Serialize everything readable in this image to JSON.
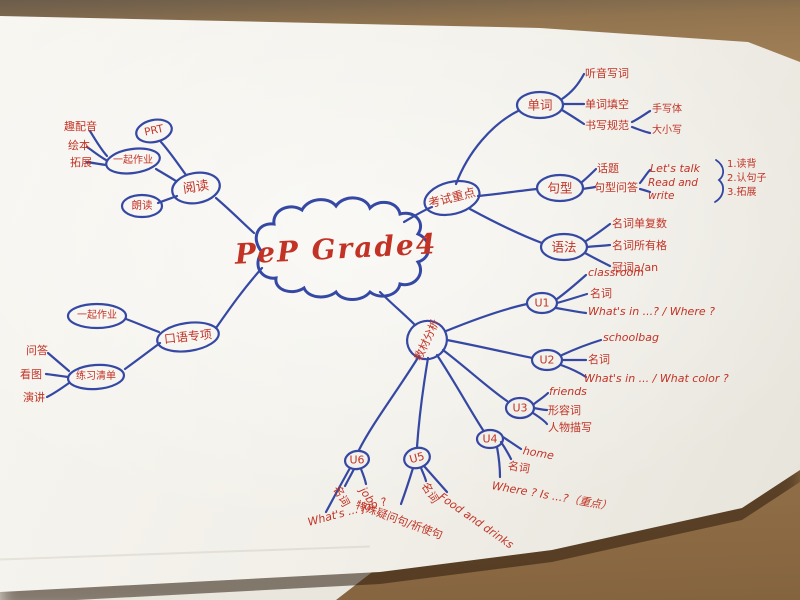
{
  "colors": {
    "ink_blue": "#2b3f9f",
    "marker_red": "#c23326"
  },
  "mindmap": {
    "center": "PeP Grade4",
    "exam": {
      "label": "考试重点",
      "words": {
        "label": "单词",
        "items": [
          "听音写词",
          "单词填空",
          "书写规范"
        ],
        "norm": [
          "手写体",
          "大小写"
        ]
      },
      "sentence": {
        "label": "句型",
        "topic": "话题",
        "qa": "句型问答",
        "sections": [
          "Let's talk",
          "Read and write"
        ],
        "steps": [
          "1.读背",
          "2.认句子",
          "3.拓展"
        ]
      },
      "grammar": {
        "label": "语法",
        "items": [
          "名词单复数",
          "名词所有格",
          "冠词a/an"
        ]
      }
    },
    "textbook": {
      "label": "教材分析",
      "u1": {
        "label": "U1",
        "items": [
          "classroom",
          "名词",
          "What's in ...? / Where ?"
        ]
      },
      "u2": {
        "label": "U2",
        "items": [
          "schoolbag",
          "名词",
          "What's in ... / What color ?"
        ]
      },
      "u3": {
        "label": "U3",
        "items": [
          "friends",
          "形容词",
          "人物描写"
        ]
      },
      "u4": {
        "label": "U4",
        "items": [
          "home",
          "名词",
          "Where ? Is ...?（重点）"
        ]
      },
      "u5": {
        "label": "U5",
        "items": [
          "名词",
          "Food and drinks",
          "特殊疑问句/祈使句"
        ]
      },
      "u6": {
        "label": "U6",
        "items": [
          "名词",
          "job",
          "What's ... job ?"
        ]
      }
    },
    "reading": {
      "label": "阅读",
      "prt": "PRT",
      "homework": "一起作业",
      "aloud": "朗读",
      "items": [
        "趣配音",
        "绘本",
        "拓展"
      ]
    },
    "oral": {
      "label": "口语专项",
      "homework": "一起作业",
      "list": "练习清单",
      "items": [
        "问答",
        "看图",
        "演讲"
      ]
    }
  }
}
